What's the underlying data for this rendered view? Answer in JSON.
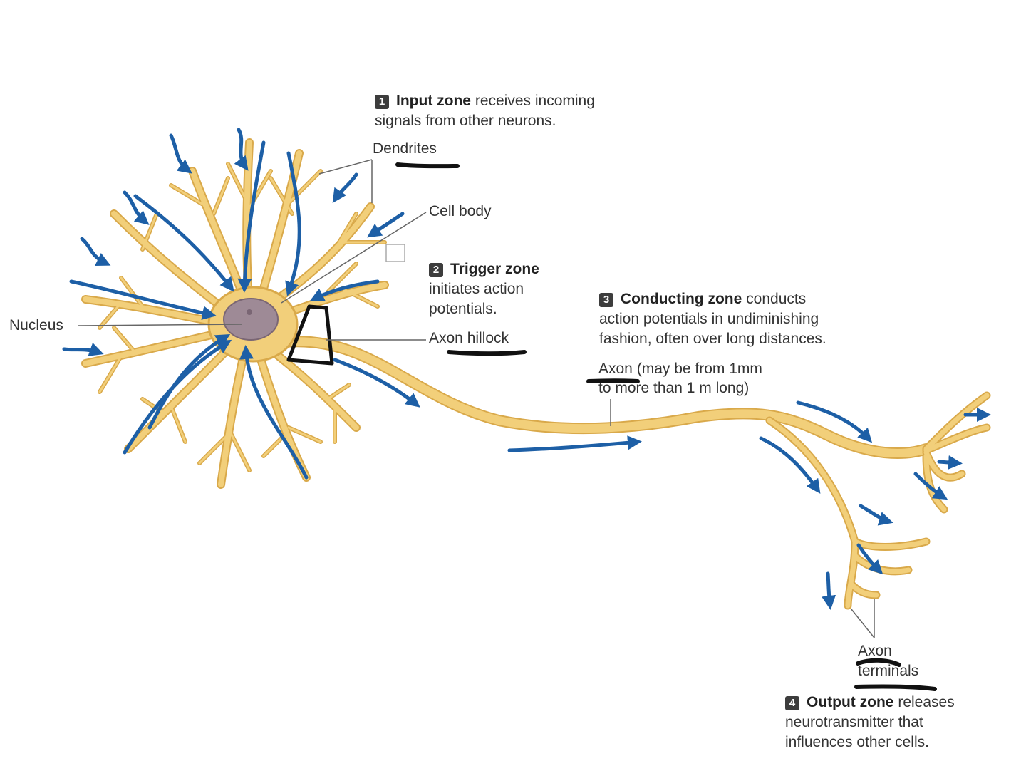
{
  "zones": {
    "input": {
      "num": "1",
      "title": "Input zone",
      "desc_line1": "receives incoming",
      "desc_line2": "signals from other neurons."
    },
    "trigger": {
      "num": "2",
      "title": "Trigger zone",
      "desc_line1": "initiates action",
      "desc_line2": "potentials."
    },
    "conducting": {
      "num": "3",
      "title": "Conducting zone",
      "desc_line1": "conducts",
      "desc_line2": "action potentials in undiminishing",
      "desc_line3": "fashion, often over long distances."
    },
    "output": {
      "num": "4",
      "title": "Output zone",
      "desc_line1": "releases",
      "desc_line2": "neurotransmitter that",
      "desc_line3": "influences other cells."
    }
  },
  "labels": {
    "dendrites": "Dendrites",
    "cell_body": "Cell body",
    "nucleus": "Nucleus",
    "axon_hillock": "Axon hillock",
    "axon": "Axon",
    "axon_detail_1": "(may be from 1mm",
    "axon_detail_2": "to more than 1 m long)",
    "axon_terminals_1": "Axon",
    "axon_terminals_2": "terminals"
  },
  "colors": {
    "neuron": "#f2cf7a",
    "neuron_outline": "#d9a94a",
    "nucleus": "#9e8a96",
    "arrow": "#1d5fa6",
    "ink": "#111111",
    "text": "#333333"
  }
}
